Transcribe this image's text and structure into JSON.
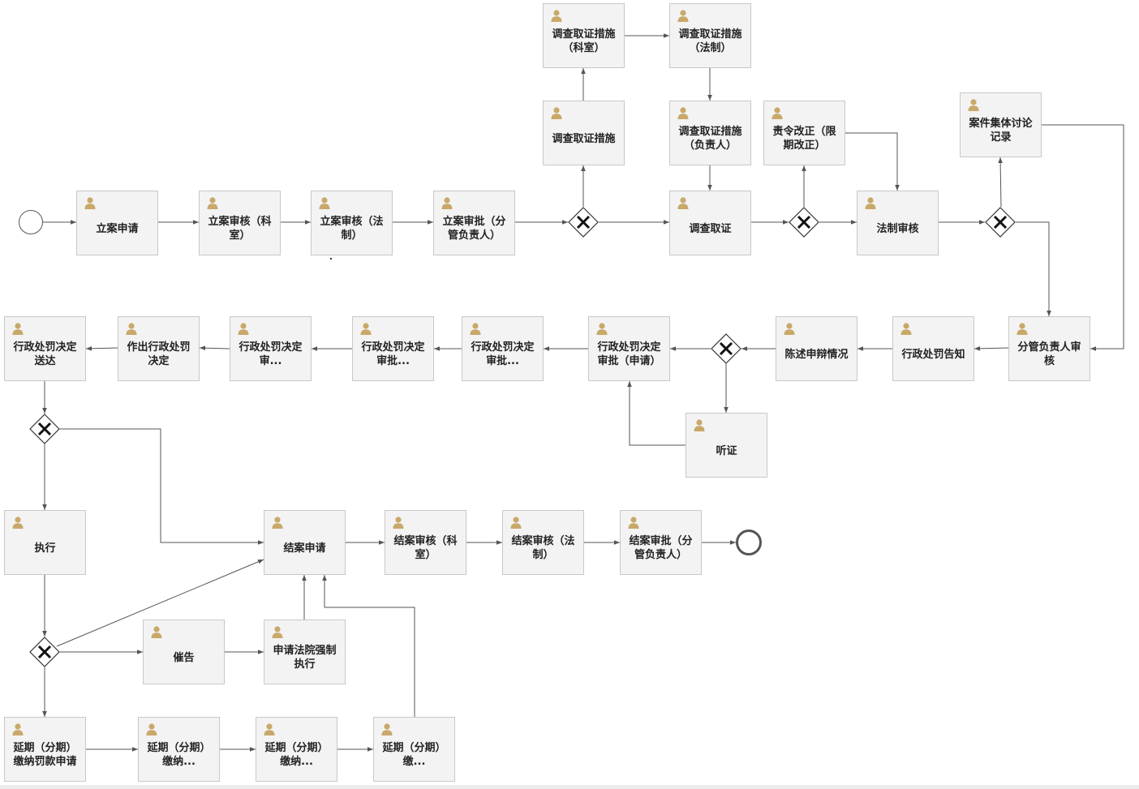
{
  "colors": {
    "task_fill": "#f3f3f3",
    "task_border": "#c8c8c8",
    "edge": "#555555",
    "user_icon": "#c9a86a"
  },
  "tasks": {
    "t1": "立案申请",
    "t2": "立案审核（科\n室）",
    "t3": "立案审核（法\n制）",
    "t4": "立案审批（分\n管负责人）",
    "t5": "调查取证措施",
    "t6": "调查取证措施\n（科室）",
    "t7": "调查取证措施\n（法制）",
    "t8": "调查取证措施\n（负责人）",
    "t9": "调查取证",
    "t10": "责令改正（限\n期改正）",
    "t11": "法制审核",
    "t12": "案件集体讨论\n记录",
    "t13": "分管负责人审\n核",
    "t14": "行政处罚告知",
    "t15": "陈述申辩情况",
    "t16": "听证",
    "t17": "行政处罚决定\n审批（申请）",
    "t18": "行政处罚决定\n审批...",
    "t19": "行政处罚决定\n审批...",
    "t20": "行政处罚决定\n审...",
    "t21": "作出行政处罚\n决定",
    "t22": "行政处罚决定\n送达",
    "t23": "执行",
    "t24": "结案申请",
    "t25": "结案审核（科\n室）",
    "t26": "结案审核（法\n制）",
    "t27": "结案审批（分\n管负责人）",
    "t28": "催告",
    "t29": "申请法院强制\n执行",
    "t30": "延期（分期）\n缴纳罚款申请",
    "t31": "延期（分期）\n缴纳...",
    "t32": "延期（分期）\n缴纳...",
    "t33": "延期（分期）\n缴..."
  }
}
